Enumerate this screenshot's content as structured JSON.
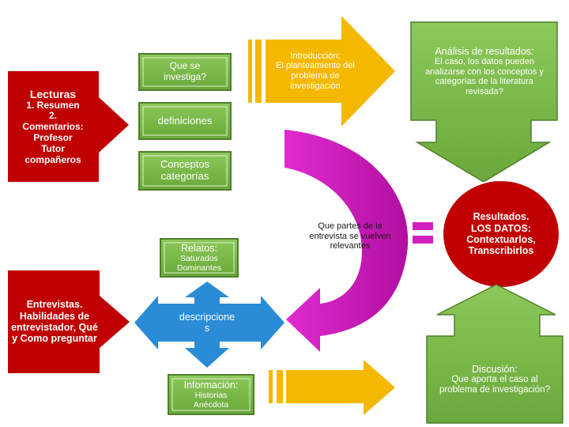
{
  "colors": {
    "red": "#c00000",
    "green": "#7ab648",
    "green_dark": "#4f7f2b",
    "orange": "#f5b800",
    "magenta": "#d21fbf",
    "blue": "#2a8cd6"
  },
  "nodes": {
    "lecturas": {
      "title": "Lecturas",
      "line1": "1. Resumen",
      "line2": "2.",
      "line3": "Comentarios:",
      "line4": "Profesor",
      "line5": "Tutor",
      "line6": "compañeros"
    },
    "que_se_investiga": "Que se investiga?",
    "definiciones": "definiciones",
    "conceptos": {
      "line1": "Conceptos",
      "line2": "categorías"
    },
    "introduccion": {
      "title": "Introducción:",
      "text": "El planteamiento del problema de investigación"
    },
    "analisis": {
      "title": "Análisis de resultados:",
      "text": "El caso, los datos pueden analizarse con los conceptos y categorías de la literatura revisada?"
    },
    "resultados": {
      "line1": "Resultados.",
      "line2": "LOS DATOS:",
      "line3": "Contextuarlos,",
      "line4": "Transcribirlos"
    },
    "curved_label": "Que partes de la entrevista se vuelven relevantes",
    "relatos": {
      "title": "Relatos:",
      "line1": "Saturados",
      "line2": "Dominantes"
    },
    "entrevistas": "Entrevistas. Habilidades de entrevistador, Qué y Como preguntar",
    "descripciones": {
      "line1": "descripcione",
      "line2": "s"
    },
    "informacion": {
      "title": "Información:",
      "line1": "Historias",
      "line2": "Anécdota"
    },
    "discusion": {
      "title": "Discusión:",
      "text": "Que aporta el caso al problema de investigación?"
    }
  }
}
